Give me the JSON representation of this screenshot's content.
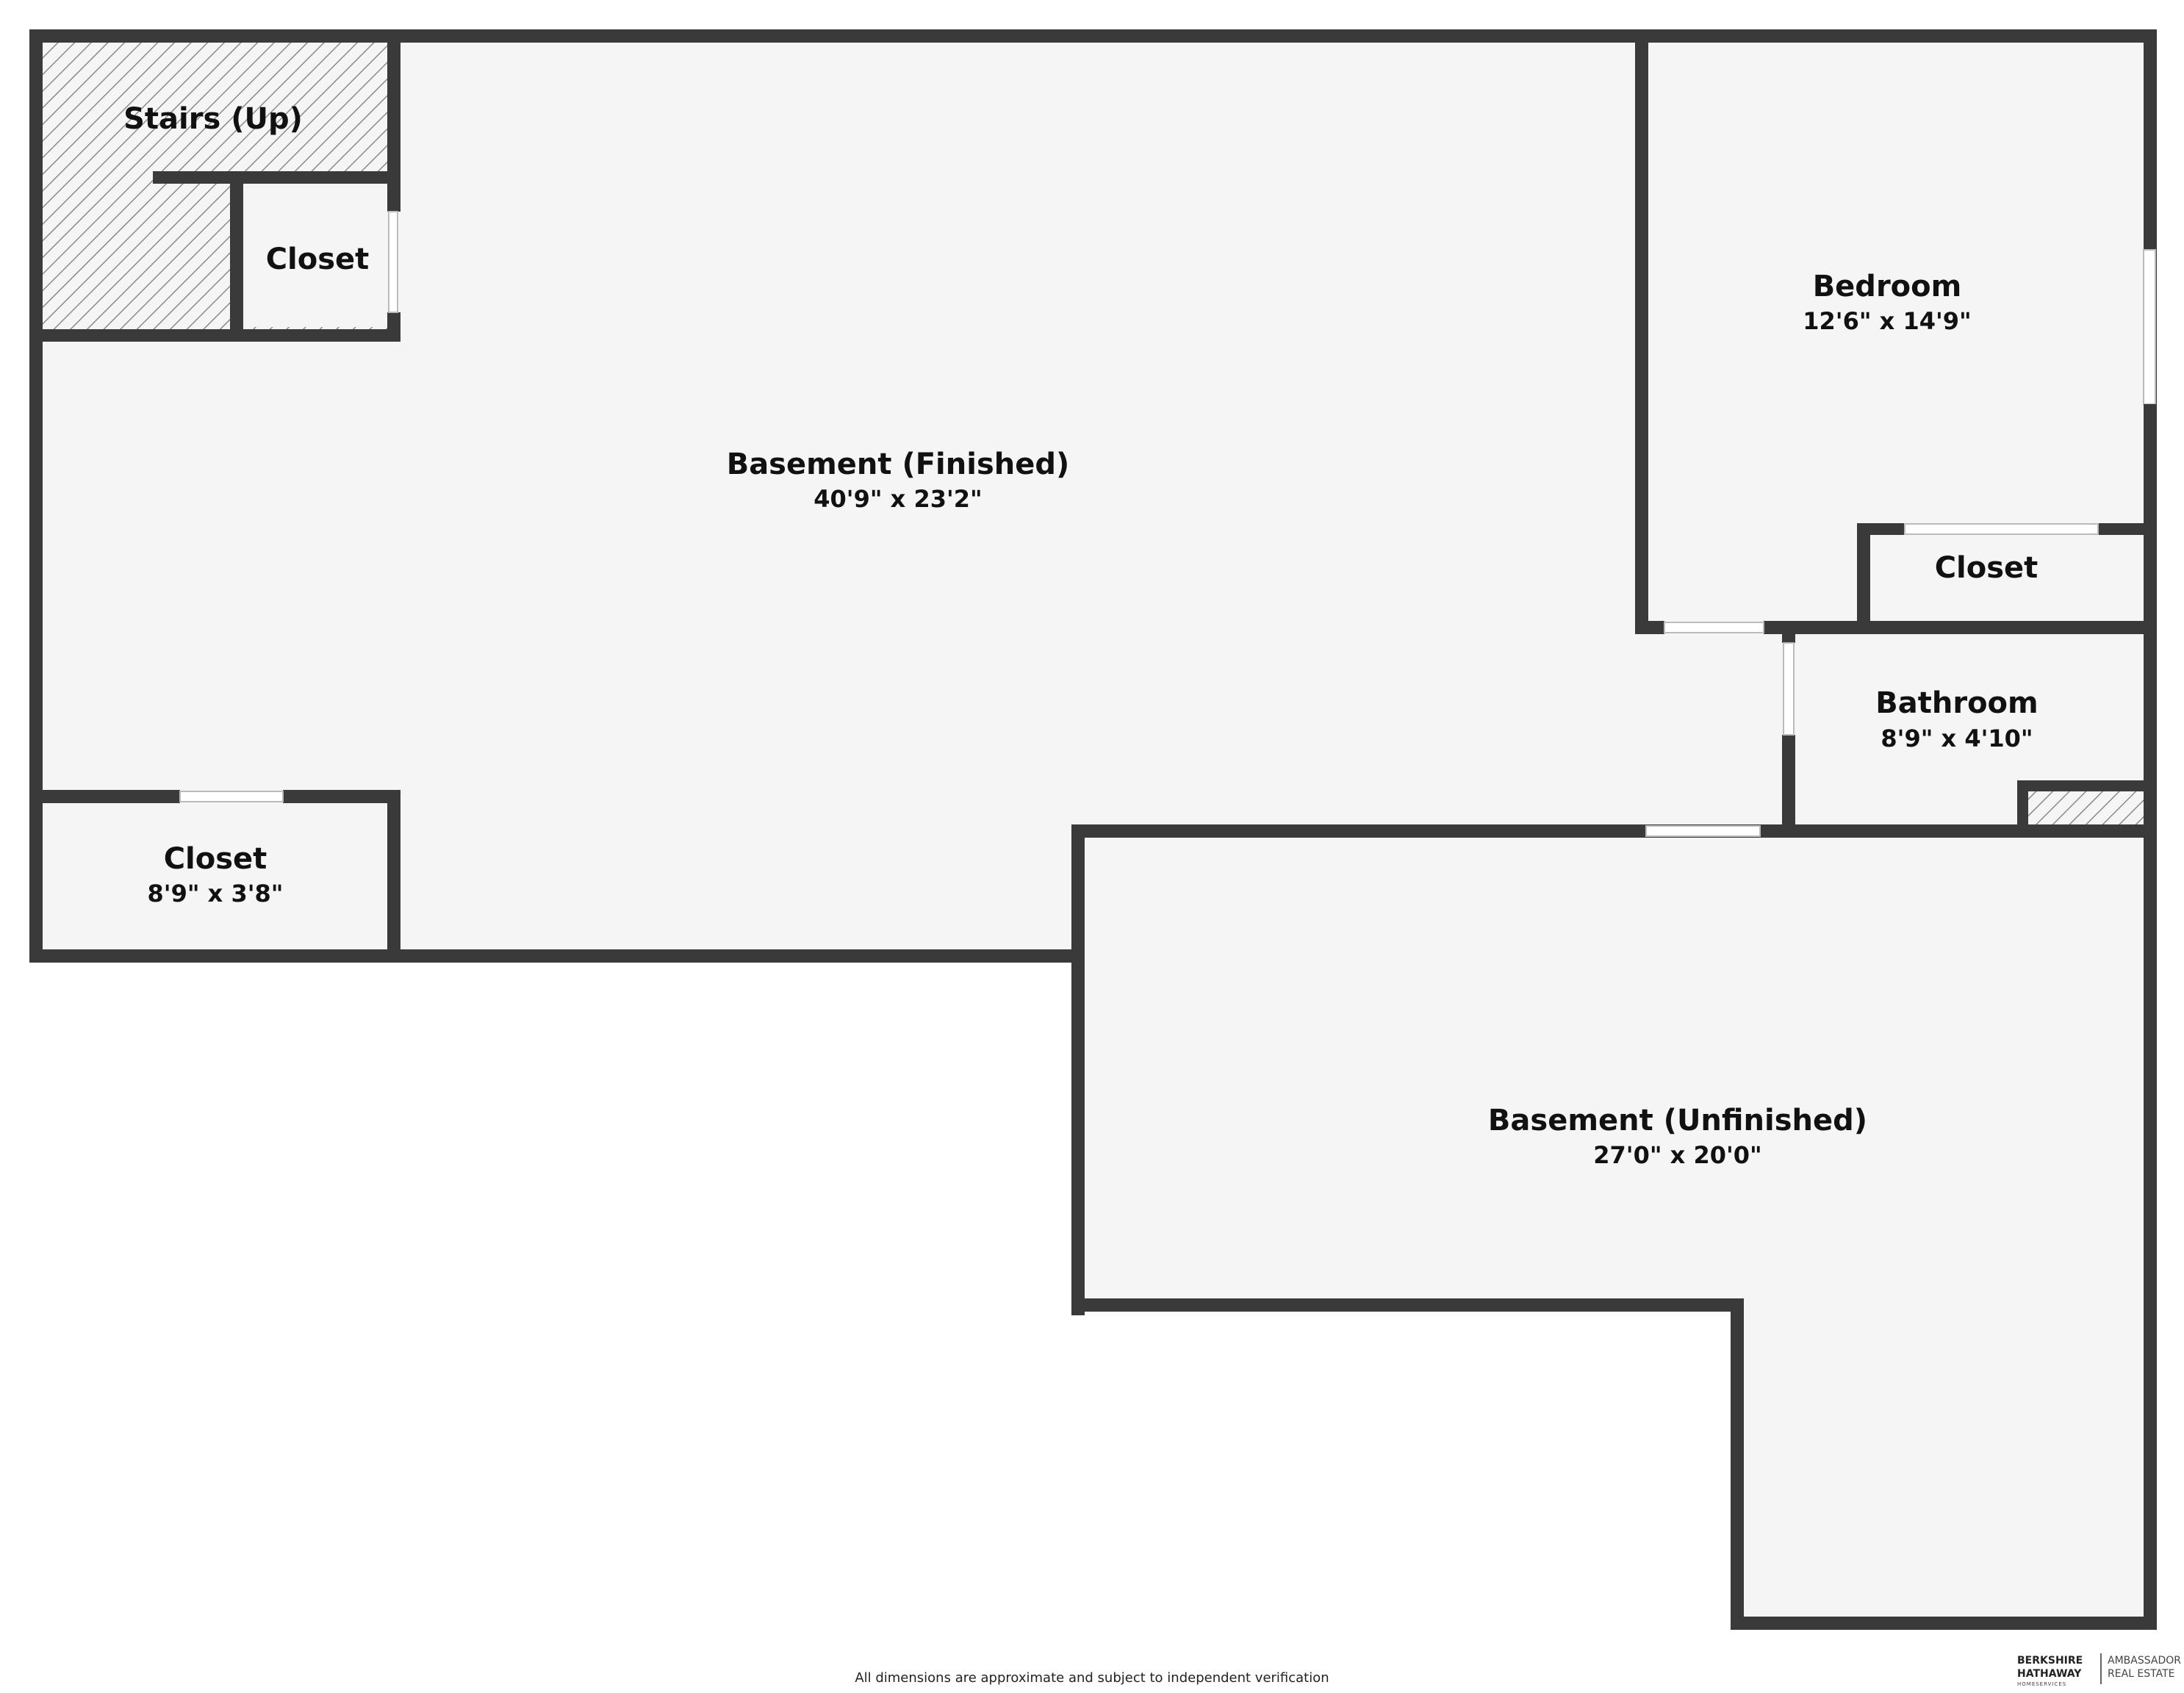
{
  "rooms": {
    "stairs": {
      "name": "Stairs (Up)"
    },
    "stairs_closet": {
      "name": "Closet"
    },
    "basement_finished": {
      "name": "Basement (Finished)",
      "dimensions": "40'9\" x 23'2\""
    },
    "bedroom": {
      "name": "Bedroom",
      "dimensions": "12'6\" x 14'9\""
    },
    "bedroom_closet": {
      "name": "Closet"
    },
    "bathroom": {
      "name": "Bathroom",
      "dimensions": "8'9\" x 4'10\""
    },
    "lower_closet": {
      "name": "Closet",
      "dimensions": "8'9\" x 3'8\""
    },
    "basement_unfinished": {
      "name": "Basement (Unfinished)",
      "dimensions": "27'0\" x 20'0\""
    }
  },
  "footer": {
    "disclaimer": "All dimensions are approximate and subject to independent verification"
  },
  "logo": {
    "line1": "BERKSHIRE",
    "line2": "HATHAWAY",
    "line3": "HOMESERVICES",
    "alt1": "AMBASSADOR",
    "alt2": "REAL ESTATE"
  },
  "colors": {
    "wall": "#3a3a3a",
    "floor": "#f5f5f5",
    "background": "#ffffff",
    "hatch": "#8a8a8a"
  }
}
